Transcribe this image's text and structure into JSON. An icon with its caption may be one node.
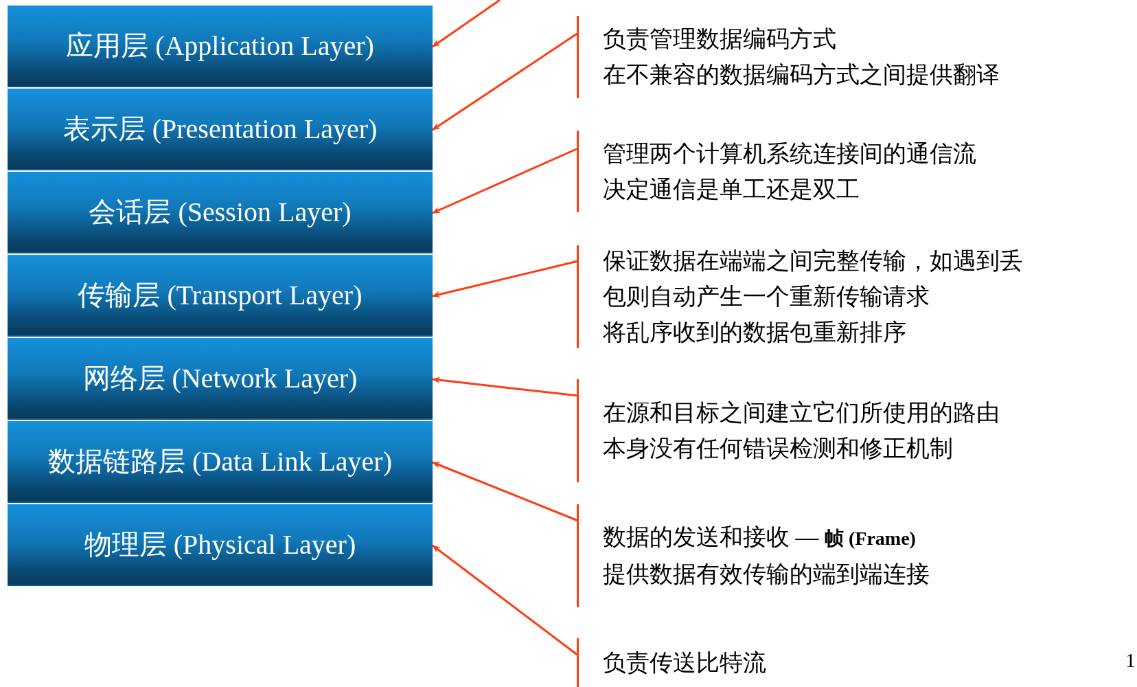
{
  "diagram": {
    "nodes": [
      {
        "text": [
          "应用层 (Application Layer)"
        ]
      },
      {
        "text": [
          "表示层 (Presentation Layer)"
        ]
      },
      {
        "text": [
          "会话层 (Session Layer)"
        ]
      },
      {
        "text": [
          "传输层 (Transport Layer)"
        ]
      },
      {
        "text": [
          "网络层 (Network Layer)"
        ]
      },
      {
        "text": [
          "数据链路层 (Data Link Layer)"
        ]
      },
      {
        "text": [
          "物理层 (Physical Layer)"
        ]
      },
      {
        "text": [
          "负责管理数据编码方式",
          "在不兼容的数据编码方式之间提供翻译"
        ]
      },
      {
        "text": [
          "管理两个计算机系统连接间的通信流",
          "决定通信是单工还是双工"
        ]
      },
      {
        "text": [
          "保证数据在端端之间完整传输，如遇到丢包则自动产生一个重新传输请求",
          "将乱序收到的数据包重新排序"
        ]
      },
      {
        "text": [
          "在源和目标之间建立它们所使用的路由",
          "本身没有任何错误检测和修正机制"
        ]
      },
      {
        "text": [
          "数据的发送和接收 — **帧 (Frame)**",
          "提供数据有效传输的端到端连接"
        ]
      },
      {
        "text": [
          "负责传送比特流"
        ]
      }
    ],
    "edges": [
      {
        "from": null,
        "to": 0,
        "arrow": "to"
      },
      {
        "from": 7,
        "to": 1,
        "arrow": "to"
      },
      {
        "from": 8,
        "to": 2,
        "arrow": "to"
      },
      {
        "from": 9,
        "to": 3,
        "arrow": "to"
      },
      {
        "from": 10,
        "to": 4,
        "arrow": "to"
      },
      {
        "from": 11,
        "to": 5,
        "arrow": "to"
      },
      {
        "from": 12,
        "to": 6,
        "arrow": "to"
      }
    ],
    "labels": [
      "1"
    ]
  }
}
